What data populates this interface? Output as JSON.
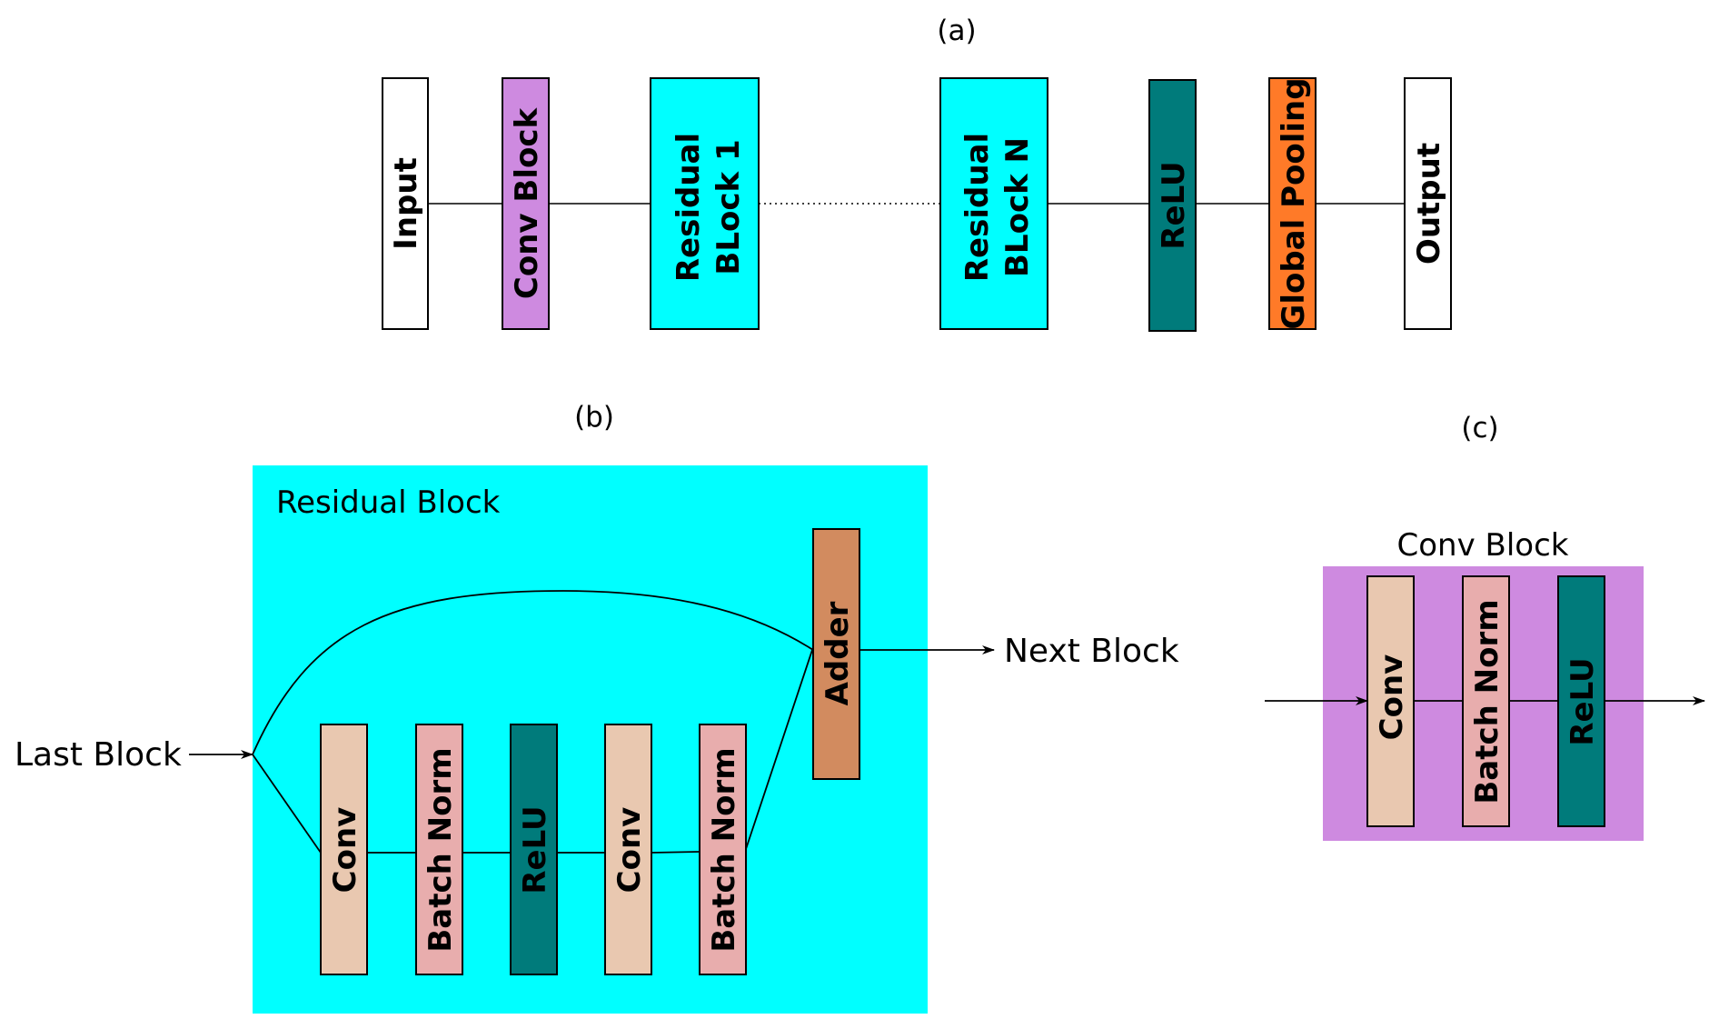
{
  "panels": {
    "a": "(a)",
    "b": "(b)",
    "c": "(c)"
  },
  "pipeline": {
    "input": "Input",
    "conv_block": "Conv Block",
    "residual_1_line1": "Residual",
    "residual_1_line2": "BLock 1",
    "residual_n_line1": "Residual",
    "residual_n_line2": "BLock N",
    "relu": "ReLU",
    "global_pooling": "Global Pooling",
    "output": "Output"
  },
  "residual_block": {
    "title": "Residual Block",
    "last_block": "Last Block",
    "next_block": "Next Block",
    "layers": [
      "Conv",
      "Batch Norm",
      "ReLU",
      "Conv",
      "Batch Norm"
    ],
    "adder": "Adder"
  },
  "conv_block": {
    "title": "Conv Block",
    "layers": [
      "Conv",
      "Batch Norm",
      "ReLU"
    ]
  },
  "colors": {
    "cyan": "#00ffff",
    "purple": "#ce8ae0",
    "teal": "#007b7b",
    "orange": "#ff7a28",
    "conv": "#e9c8b0",
    "batch_norm": "#e8adad",
    "adder": "#d28b5f",
    "white": "#ffffff"
  }
}
